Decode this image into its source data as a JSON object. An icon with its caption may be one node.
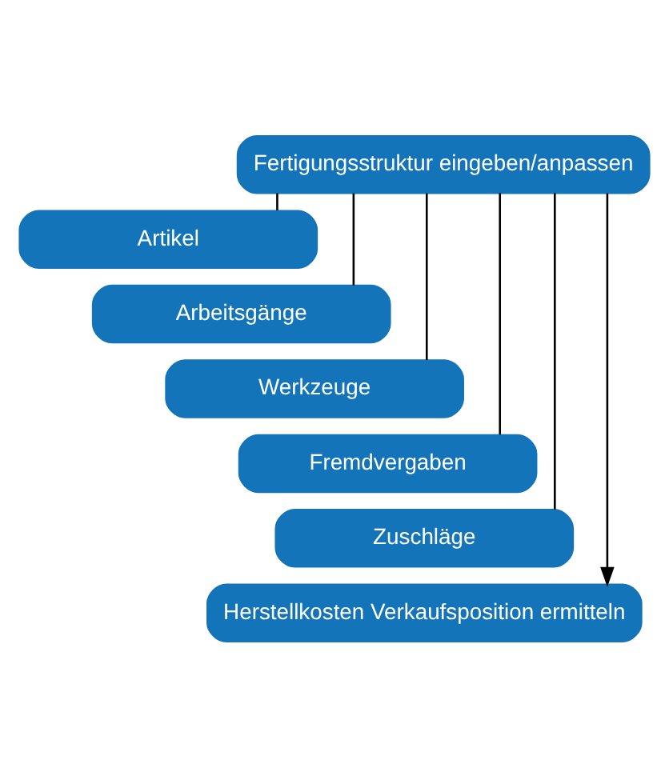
{
  "diagram": {
    "nodes": [
      {
        "text": [
          "Fertigungsstruktur eingeben/anpassen"
        ]
      },
      {
        "text": [
          "Artikel"
        ]
      },
      {
        "text": [
          "Arbeitsgänge"
        ]
      },
      {
        "text": [
          "Werkzeuge"
        ]
      },
      {
        "text": [
          "Fremdvergaben"
        ]
      },
      {
        "text": [
          "Zuschläge"
        ]
      },
      {
        "text": [
          "Herstellkosten Verkaufsposition ermitteln"
        ]
      }
    ],
    "edges": [
      {
        "from": 0,
        "to": 1,
        "arrow": "none"
      },
      {
        "from": 0,
        "to": 2,
        "arrow": "none"
      },
      {
        "from": 0,
        "to": 3,
        "arrow": "none"
      },
      {
        "from": 0,
        "to": 4,
        "arrow": "none"
      },
      {
        "from": 0,
        "to": 5,
        "arrow": "none"
      },
      {
        "from": 0,
        "to": 6,
        "arrow": "to"
      }
    ]
  }
}
